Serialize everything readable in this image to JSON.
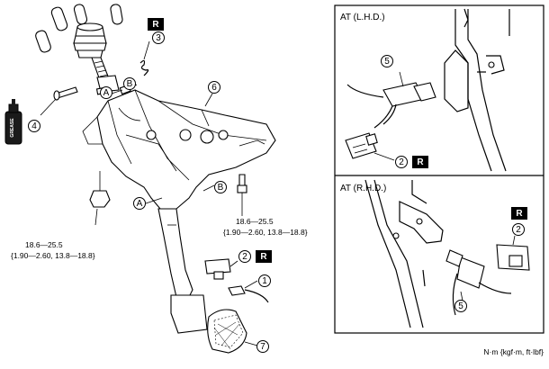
{
  "callouts": {
    "c1": "1",
    "c2": "2",
    "c3": "3",
    "c4": "4",
    "c5": "5",
    "c6": "6",
    "c7": "7",
    "letterA": "A",
    "letterB": "B",
    "r_badge": "R"
  },
  "torque": {
    "left_line1": "18.6—25.5",
    "left_line2": "{1.90—2.60, 13.8—18.8}",
    "right_line1": "18.6—25.5",
    "right_line2": "{1.90—2.60, 13.8—18.8}"
  },
  "insets": {
    "lhd_title": "AT (L.H.D.)",
    "rhd_title": "AT (R.H.D.)"
  },
  "units_note": "N·m {kgf·m, ft·lbf}",
  "spray_can_label": "GREASE"
}
